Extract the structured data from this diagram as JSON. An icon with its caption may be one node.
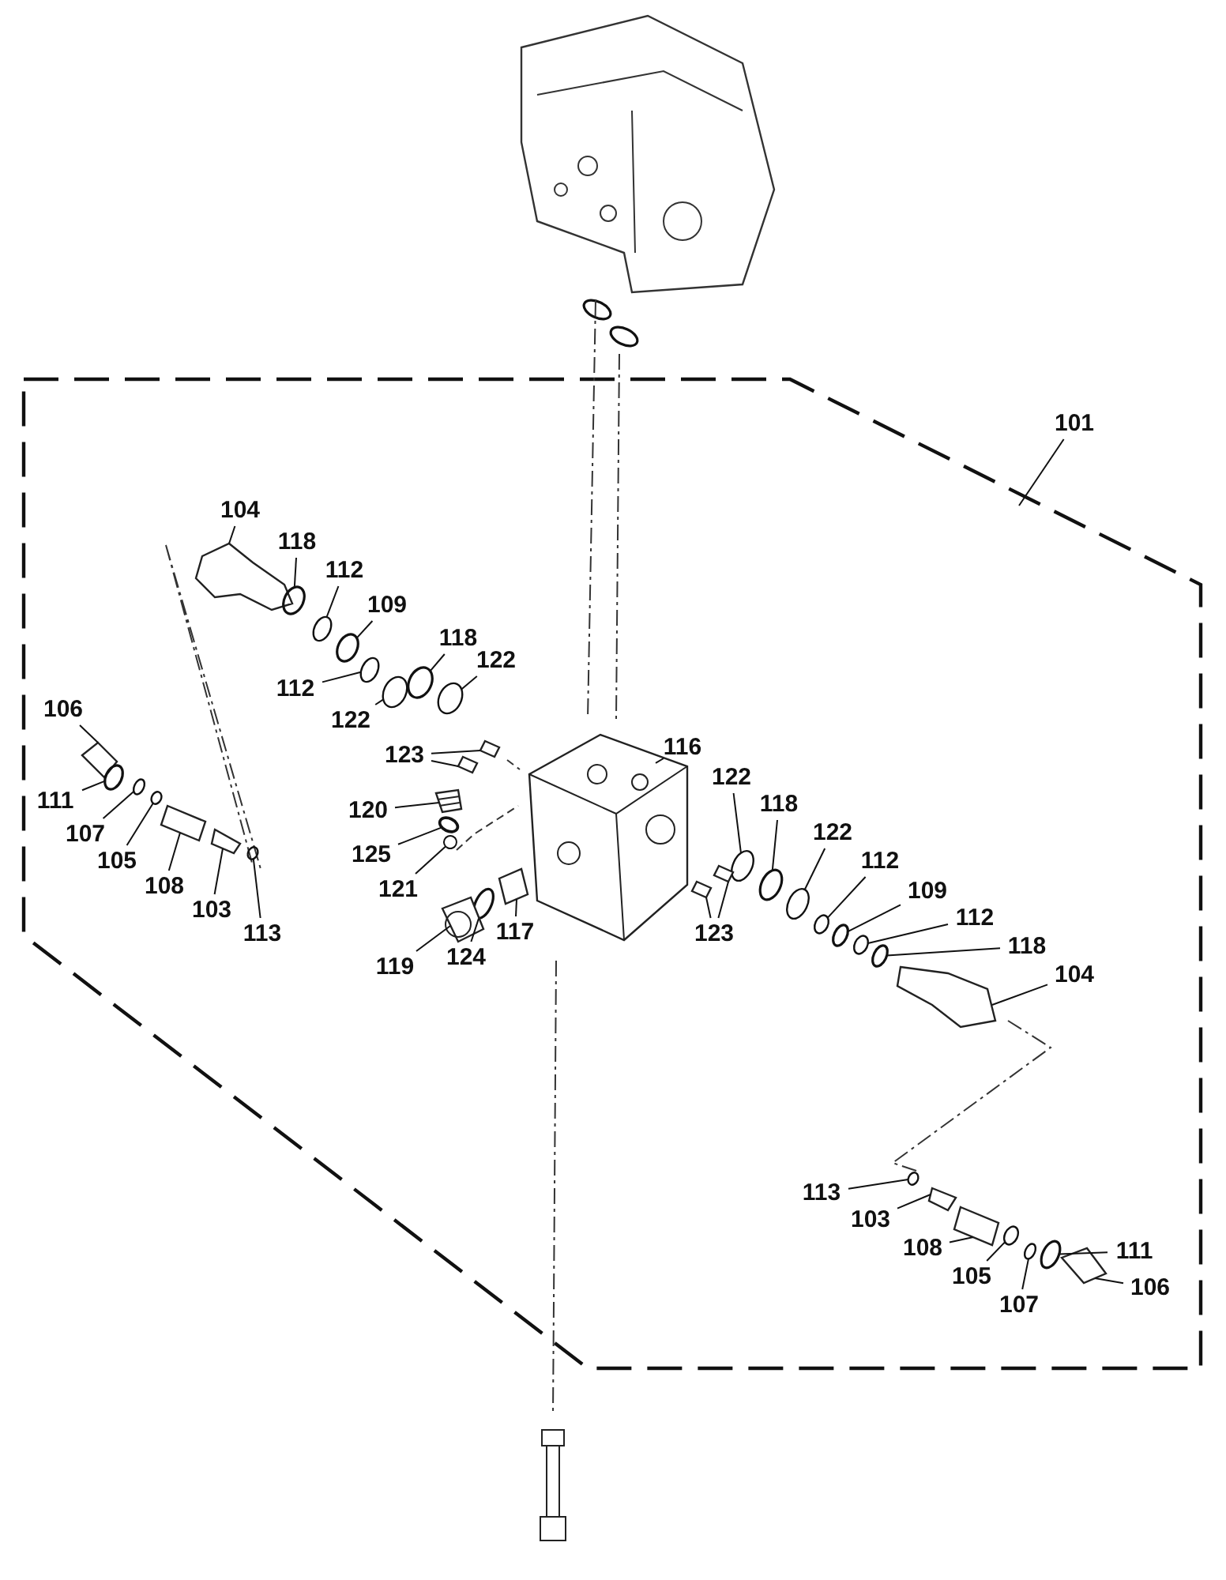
{
  "diagram": {
    "nodes": [
      {
        "text": [
          "101"
        ]
      },
      {
        "text": [
          "104"
        ]
      },
      {
        "text": [
          "118"
        ]
      },
      {
        "text": [
          "112"
        ]
      },
      {
        "text": [
          "109"
        ]
      },
      {
        "text": [
          "118"
        ]
      },
      {
        "text": [
          "122"
        ]
      },
      {
        "text": [
          "112"
        ]
      },
      {
        "text": [
          "106"
        ]
      },
      {
        "text": [
          "122"
        ]
      },
      {
        "text": [
          "116"
        ]
      },
      {
        "text": [
          "123"
        ]
      },
      {
        "text": [
          "122"
        ]
      },
      {
        "text": [
          "111"
        ]
      },
      {
        "text": [
          "118"
        ]
      },
      {
        "text": [
          "120"
        ]
      },
      {
        "text": [
          "122"
        ]
      },
      {
        "text": [
          "107"
        ]
      },
      {
        "text": [
          "125"
        ]
      },
      {
        "text": [
          "105"
        ]
      },
      {
        "text": [
          "112"
        ]
      },
      {
        "text": [
          "108"
        ]
      },
      {
        "text": [
          "121"
        ]
      },
      {
        "text": [
          "109"
        ]
      },
      {
        "text": [
          "103"
        ]
      },
      {
        "text": [
          "112"
        ]
      },
      {
        "text": [
          "117"
        ]
      },
      {
        "text": [
          "113"
        ]
      },
      {
        "text": [
          "123"
        ]
      },
      {
        "text": [
          "118"
        ]
      },
      {
        "text": [
          "124"
        ]
      },
      {
        "text": [
          "119"
        ]
      },
      {
        "text": [
          "104"
        ]
      },
      {
        "text": [
          "113"
        ]
      },
      {
        "text": [
          "103"
        ]
      },
      {
        "text": [
          "108"
        ]
      },
      {
        "text": [
          "111"
        ]
      },
      {
        "text": [
          "106"
        ]
      },
      {
        "text": [
          "105"
        ]
      },
      {
        "text": [
          "107"
        ]
      },
      {
        "text": [],
        "shape": "picture"
      },
      {
        "text": [],
        "shape": "circle"
      },
      {
        "text": [],
        "shape": "circle"
      },
      {
        "text": [],
        "shape": "circle"
      },
      {
        "text": [],
        "shape": "circle"
      },
      {
        "text": [],
        "shape": "circle"
      },
      {
        "text": [],
        "shape": "circle"
      },
      {
        "text": [],
        "shape": "picture"
      },
      {
        "text": [],
        "shape": "circle"
      },
      {
        "text": [],
        "shape": "picture"
      },
      {
        "text": [],
        "shape": "picture"
      },
      {
        "text": [],
        "shape": "picture"
      },
      {
        "text": [],
        "shape": "circle"
      },
      {
        "text": [],
        "shape": "circle"
      },
      {
        "text": [],
        "shape": "circle"
      },
      {
        "text": [],
        "shape": "picture"
      },
      {
        "text": [],
        "shape": "circle"
      },
      {
        "text": [],
        "shape": "circle"
      },
      {
        "text": [],
        "shape": "circle"
      },
      {
        "text": [],
        "shape": "circle"
      },
      {
        "text": [],
        "shape": "circle"
      },
      {
        "text": [],
        "shape": "picture"
      },
      {
        "text": [],
        "shape": "circle"
      },
      {
        "text": [],
        "shape": "circle"
      },
      {
        "text": [],
        "shape": "picture"
      },
      {
        "text": [],
        "shape": "circle"
      },
      {
        "text": [],
        "shape": "picture"
      },
      {
        "text": [],
        "shape": "circle"
      },
      {
        "text": [],
        "shape": "picture"
      },
      {
        "text": [],
        "shape": "picture"
      },
      {
        "text": [],
        "shape": "circle"
      },
      {
        "text": [],
        "shape": "circle"
      },
      {
        "text": [],
        "shape": "picture"
      },
      {
        "text": [],
        "shape": "picture"
      },
      {
        "text": [],
        "shape": "circle"
      },
      {
        "text": [],
        "shape": "picture"
      },
      {
        "text": [],
        "shape": "picture"
      },
      {
        "text": [],
        "shape": "circle"
      },
      {
        "text": [],
        "shape": "picture"
      },
      {
        "text": [],
        "shape": "circle"
      },
      {
        "text": [],
        "shape": "circle"
      }
    ],
    "edges": [
      {
        "from": 0,
        "to": null,
        "arrow": "none"
      },
      {
        "from": 1,
        "to": 40,
        "arrow": "none"
      },
      {
        "from": 2,
        "to": 41,
        "arrow": "none"
      },
      {
        "from": 3,
        "to": 42,
        "arrow": "none"
      },
      {
        "from": 4,
        "to": 43,
        "arrow": "none"
      },
      {
        "from": 5,
        "to": 44,
        "arrow": "none"
      },
      {
        "from": 6,
        "to": 45,
        "arrow": "none"
      },
      {
        "from": 7,
        "to": 46,
        "arrow": "none"
      },
      {
        "from": 8,
        "to": 47,
        "arrow": "none"
      },
      {
        "from": 9,
        "to": 48,
        "arrow": "none"
      },
      {
        "from": 10,
        "to": 49,
        "arrow": "none"
      },
      {
        "from": 11,
        "to": 50,
        "arrow": "none"
      },
      {
        "from": 11,
        "to": 51,
        "arrow": "none"
      },
      {
        "from": 12,
        "to": 52,
        "arrow": "none"
      },
      {
        "from": 13,
        "to": 53,
        "arrow": "none"
      },
      {
        "from": 14,
        "to": 54,
        "arrow": "none"
      },
      {
        "from": 15,
        "to": 55,
        "arrow": "none"
      },
      {
        "from": 16,
        "to": 56,
        "arrow": "none"
      },
      {
        "from": 17,
        "to": 57,
        "arrow": "none"
      },
      {
        "from": 18,
        "to": 58,
        "arrow": "none"
      },
      {
        "from": 19,
        "to": 59,
        "arrow": "none"
      },
      {
        "from": 20,
        "to": 60,
        "arrow": "none"
      },
      {
        "from": 21,
        "to": 61,
        "arrow": "none"
      },
      {
        "from": 22,
        "to": 62,
        "arrow": "none"
      },
      {
        "from": 23,
        "to": 63,
        "arrow": "none"
      },
      {
        "from": 24,
        "to": 64,
        "arrow": "none"
      },
      {
        "from": 25,
        "to": 65,
        "arrow": "none"
      },
      {
        "from": 26,
        "to": 66,
        "arrow": "none"
      },
      {
        "from": 27,
        "to": 67,
        "arrow": "none"
      },
      {
        "from": 28,
        "to": 68,
        "arrow": "none"
      },
      {
        "from": 28,
        "to": 69,
        "arrow": "none"
      },
      {
        "from": 29,
        "to": 70,
        "arrow": "none"
      },
      {
        "from": 30,
        "to": 71,
        "arrow": "none"
      },
      {
        "from": 31,
        "to": 72,
        "arrow": "none"
      },
      {
        "from": 32,
        "to": 73,
        "arrow": "none"
      },
      {
        "from": 33,
        "to": 74,
        "arrow": "none"
      },
      {
        "from": 34,
        "to": 75,
        "arrow": "none"
      },
      {
        "from": 35,
        "to": 76,
        "arrow": "none"
      },
      {
        "from": 36,
        "to": 77,
        "arrow": "none"
      },
      {
        "from": 37,
        "to": 78,
        "arrow": "none"
      },
      {
        "from": 38,
        "to": 79,
        "arrow": "none"
      },
      {
        "from": 39,
        "to": 80,
        "arrow": "none"
      }
    ]
  }
}
